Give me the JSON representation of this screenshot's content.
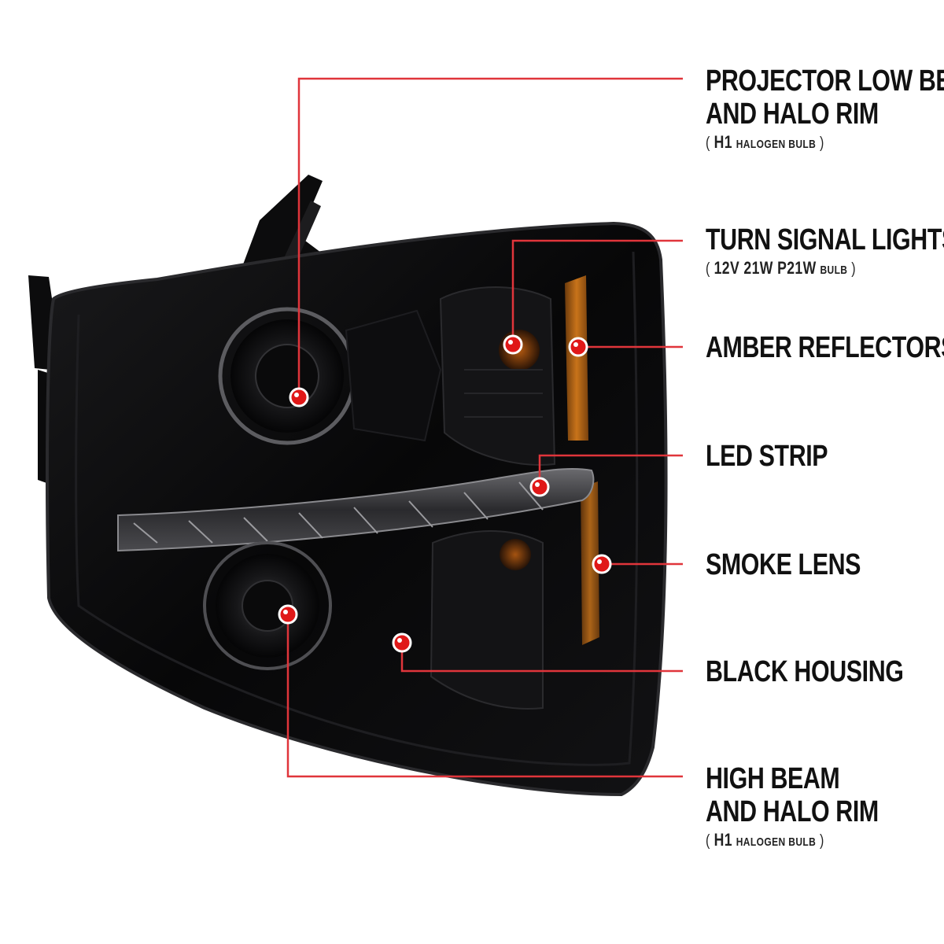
{
  "colors": {
    "background": "#ffffff",
    "leader": "#e0353b",
    "marker": "#e01818",
    "housing": "#0b0b0c",
    "amber": "#c8741a",
    "text": "#111111"
  },
  "callouts": [
    {
      "id": "projector-low-beam",
      "title_lines": [
        "PROJECTOR LOW BEAM",
        "AND HALO RIM"
      ],
      "spec": {
        "open": "(",
        "main": "H1",
        "rest": "HALOGEN BULB",
        "close": ")"
      }
    },
    {
      "id": "turn-signal",
      "title_lines": [
        "TURN SIGNAL LIGHTS"
      ],
      "spec": {
        "open": "(",
        "main": "12V  21W  P21W",
        "rest": "BULB",
        "close": ")"
      }
    },
    {
      "id": "amber-reflectors",
      "title_lines": [
        "AMBER REFLECTORS"
      ]
    },
    {
      "id": "led-strip",
      "title_lines": [
        "LED STRIP"
      ]
    },
    {
      "id": "smoke-lens",
      "title_lines": [
        "SMOKE LENS"
      ]
    },
    {
      "id": "black-housing",
      "title_lines": [
        "BLACK HOUSING"
      ]
    },
    {
      "id": "high-beam",
      "title_lines": [
        "HIGH BEAM",
        "AND HALO RIM"
      ],
      "spec": {
        "open": "(",
        "main": "H1",
        "rest": "HALOGEN BULB",
        "close": ")"
      }
    }
  ]
}
